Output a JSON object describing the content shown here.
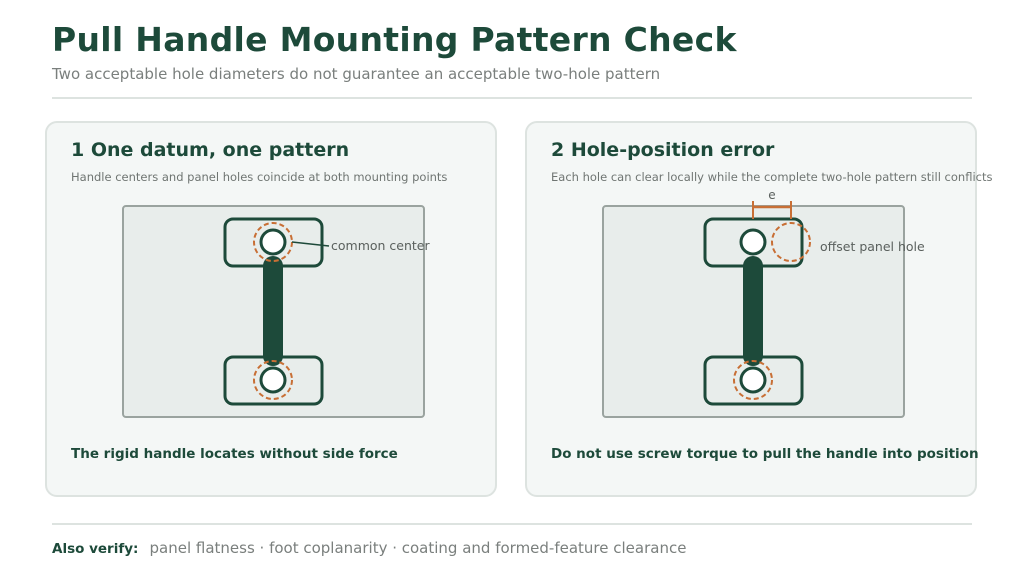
{
  "header": {
    "title": "Pull Handle Mounting Pattern Check",
    "subtitle": "Two acceptable hole diameters do not guarantee an acceptable two-hole pattern"
  },
  "panels": [
    {
      "title": "1 One datum, one pattern",
      "description": "Handle centers and panel holes coincide at both mounting points",
      "callout": "common center",
      "note": "The rigid handle locates without side force"
    },
    {
      "title": "2 Hole-position error",
      "description": "Each hole can clear locally while the complete two-hole pattern still conflicts",
      "dimension_label": "e",
      "callout": "offset panel hole",
      "note": "Do not use screw torque to pull the handle into position"
    }
  ],
  "footer": {
    "label": "Also verify:",
    "items": "panel flatness · foot coplanarity · coating and formed-feature clearance"
  },
  "colors": {
    "dark_green": "#1d4a3a",
    "accent_orange": "#c86f35",
    "panel_fill": "#e8edeb",
    "panel_border": "#9aa39f"
  }
}
